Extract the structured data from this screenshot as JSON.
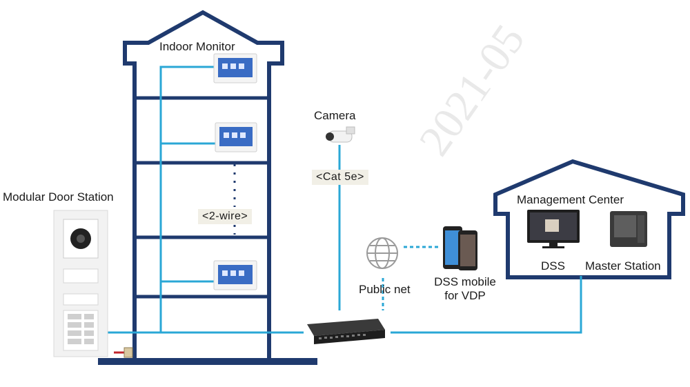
{
  "labels": {
    "indoor_monitor": "Indoor Monitor",
    "camera": "Camera",
    "modular_door_station": "Modular Door Station",
    "management_center": "Management Center",
    "dss": "DSS",
    "master_station": "Master Station",
    "public_net": "Public net",
    "dss_mobile_line1": "DSS mobile",
    "dss_mobile_line2": "for VDP"
  },
  "tags": {
    "two_wire": "<2-wire>",
    "cat5e": "<Cat 5e>"
  },
  "watermark": "2021-05",
  "colors": {
    "building": "#1f3a6e",
    "cable": "#2aa7d6",
    "tag_bg": "#f1efe6"
  }
}
